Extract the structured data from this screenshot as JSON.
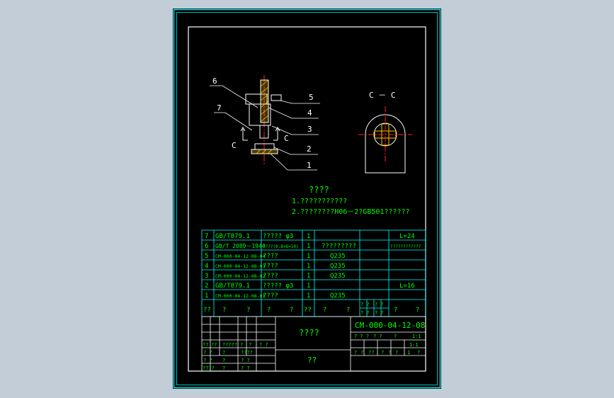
{
  "colors": {
    "background": "#c2cdd7",
    "canvas": "#000000",
    "border": "#00e5e5",
    "frame": "#ffffff",
    "text": "#00ff00",
    "table_lines": "#00ffff",
    "centerline": "#ff2020",
    "hatch": "#ffcc00"
  },
  "drawing": {
    "callouts": [
      "6",
      "7",
      "5",
      "4",
      "3",
      "2",
      "1"
    ],
    "section_marker_left": "C",
    "section_marker_right": "C",
    "section_title": "C － C"
  },
  "notes": {
    "heading": "????",
    "line1": "1.???????????",
    "line2": "2.????????H06－2?GB501??????"
  },
  "bom": {
    "rows": [
      {
        "no": "7",
        "code": "GB/T879.1",
        "name": "????? φ3",
        "qty": "1",
        "material": "",
        "remark": "L=24"
      },
      {
        "no": "6",
        "code": "GB/T 2089－1944",
        "name": "????(0.8×6×10)",
        "qty": "1",
        "material": "?????????",
        "remark": "????????????"
      },
      {
        "no": "5",
        "code": "CM-000-04-12-08-04",
        "name": "????",
        "qty": "1",
        "material": "Q235",
        "remark": ""
      },
      {
        "no": "4",
        "code": "CM-000-04-12-08-03",
        "name": "????",
        "qty": "1",
        "material": "Q235",
        "remark": ""
      },
      {
        "no": "3",
        "code": "CM-000-04-12-08-02",
        "name": "????",
        "qty": "1",
        "material": "Q235",
        "remark": ""
      },
      {
        "no": "2",
        "code": "GB/T879.1",
        "name": "????? φ3",
        "qty": "1",
        "material": "",
        "remark": "L=16"
      },
      {
        "no": "1",
        "code": "CM-000-04-12-08-01",
        "name": "????",
        "qty": "1",
        "material": "Q235",
        "remark": ""
      }
    ],
    "header": [
      "??",
      "?",
      "?",
      "?",
      "?",
      "??",
      "?",
      "?",
      "?",
      "?"
    ],
    "header_small": [
      "? ?",
      "? ?",
      "? ?",
      "? ?"
    ]
  },
  "title_block": {
    "drawing_title": "????",
    "company": "??",
    "drawing_number": "CM-000-04-12-08",
    "left_row1": [
      "??",
      "??",
      "?????",
      "?",
      "?",
      "? ?"
    ],
    "left_row2": [
      "? ?",
      "?",
      "????"
    ],
    "left_row3": [
      "? ?",
      "?",
      "? ?"
    ],
    "left_row4": [
      "????",
      "?",
      "? ?"
    ],
    "right_row1": [
      "? ? ?",
      "? ?",
      "?",
      "1:1"
    ],
    "right_row2": [
      "?",
      "?",
      "??",
      "?",
      "?",
      "?",
      "1",
      "?"
    ],
    "scale": "1:1"
  }
}
